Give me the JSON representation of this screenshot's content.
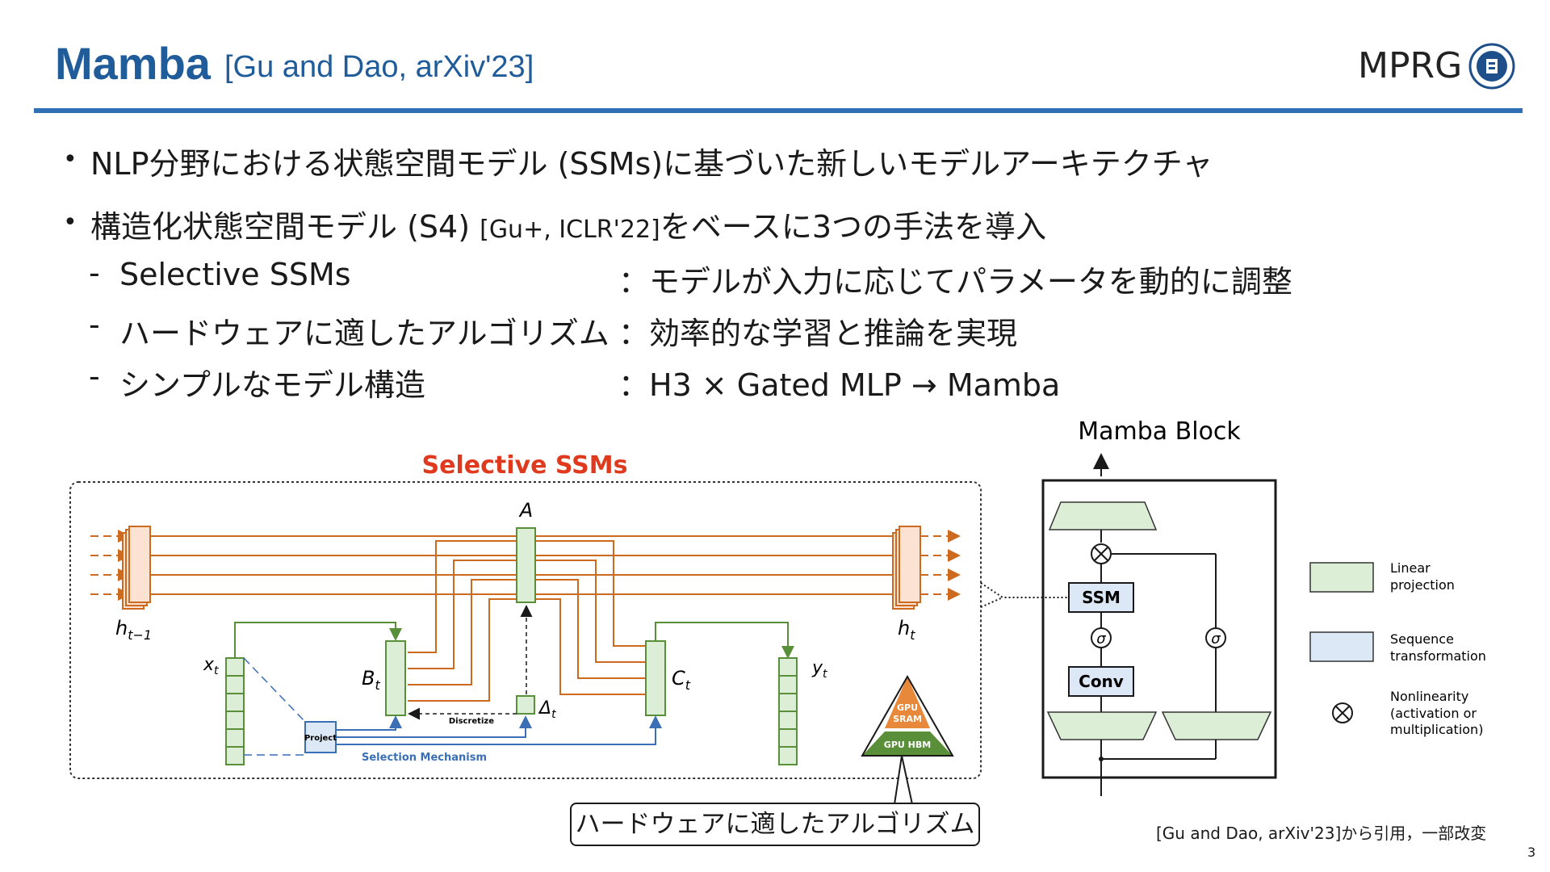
{
  "header": {
    "title": "Mamba",
    "citation": "[Gu and Dao, arXiv'23]",
    "logo_text": "MPRG"
  },
  "bullets": [
    {
      "text": "NLP分野における状態空間モデル (SSMs)に基づいた新しいモデルアーキテクチャ"
    },
    {
      "text_a": "構造化状態空間モデル (S4) ",
      "text_b": "[Gu+, ICLR'22]",
      "text_c": "をベースに3つの手法を導入"
    }
  ],
  "sub_items": [
    {
      "label": "Selective SSMs",
      "desc": "：モデルが入力に応じてパラメータを動的に調整"
    },
    {
      "label": "ハードウェアに適したアルゴリズム",
      "desc": "：効率的な学習と推論を実現"
    },
    {
      "label": "シンプルなモデル構造",
      "desc": "：H3 × Gated MLP → Mamba"
    }
  ],
  "diagram": {
    "selective_title": "Selective SSMs",
    "labels": {
      "A": "A",
      "h_prev": "h",
      "h_prev_sub": "t−1",
      "h_t": "h",
      "h_t_sub": "t",
      "x_t": "x",
      "x_t_sub": "t",
      "B_t": "B",
      "B_t_sub": "t",
      "C_t": "C",
      "C_t_sub": "t",
      "y_t": "y",
      "y_t_sub": "t",
      "delta_t": "Δ",
      "delta_t_sub": "t",
      "project": "Project",
      "discretize": "Discretize",
      "selection_mechanism": "Selection Mechanism",
      "gpu_sram_1": "GPU",
      "gpu_sram_2": "SRAM",
      "gpu_hbm": "GPU HBM"
    },
    "mamba_block": {
      "title": "Mamba Block",
      "ssm": "SSM",
      "conv": "Conv",
      "sigma": "σ",
      "times": "×"
    },
    "legend": [
      {
        "line1": "Linear",
        "line2": "projection",
        "line3": ""
      },
      {
        "line1": "Sequence",
        "line2": "transformation",
        "line3": ""
      },
      {
        "line1": "Nonlinearity",
        "line2": "(activation or",
        "line3": "multiplication)"
      }
    ],
    "callout": "ハードウェアに適したアルゴリズム"
  },
  "footer": {
    "citation_note": "[Gu and Dao, arXiv'23]から引用，一部改変",
    "page": "3"
  },
  "colors": {
    "title_blue": "#1f5c99",
    "orange": "#cc6a1f",
    "green": "#5a8f3a",
    "blue": "#3a6fb5",
    "red_title": "#e03a1e",
    "linear_fill": "#dcefd6",
    "seq_fill": "#dce8f5"
  }
}
